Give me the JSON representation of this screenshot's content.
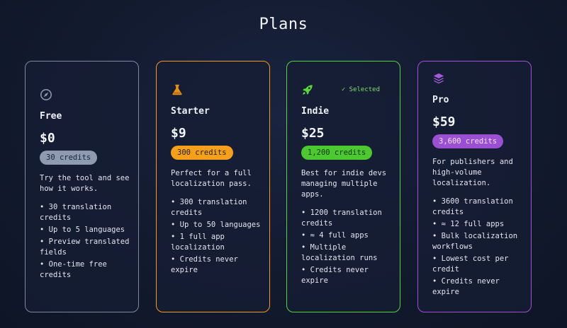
{
  "page": {
    "title": "Plans"
  },
  "plans": [
    {
      "name": "Free",
      "icon": "compass-icon",
      "price": "$0",
      "credits": "30 credits",
      "description": "Try the tool and see how it works.",
      "features": [
        "30 translation credits",
        "Up to 5 languages",
        "Preview translated fields",
        "One-time free credits"
      ],
      "accent": "#7a8aa6",
      "badge_bg": "#8e9ab0",
      "badge_fg": "#1b2236"
    },
    {
      "name": "Starter",
      "icon": "flask-icon",
      "price": "$9",
      "credits": "300 credits",
      "description": "Perfect for a full localization pass.",
      "features": [
        "300 translation credits",
        "Up to 50 languages",
        "1 full app localization",
        "Credits never expire"
      ],
      "accent": "#f59a1b",
      "badge_bg": "#f5a018",
      "badge_fg": "#1b2236"
    },
    {
      "name": "Indie",
      "icon": "rocket-icon",
      "price": "$25",
      "credits": "1,200 credits",
      "selected_label": "✓ Selected",
      "description": "Best for indie devs managing multiple apps.",
      "features": [
        "1200 translation credits",
        "≈ 4 full apps",
        "Multiple localization runs",
        "Credits never expire"
      ],
      "accent": "#58d23a",
      "badge_bg": "#4cc92e",
      "badge_fg": "#14331a"
    },
    {
      "name": "Pro",
      "icon": "layers-icon",
      "price": "$59",
      "credits": "3,600 credits",
      "description": "For publishers and high-volume localization.",
      "features": [
        "3600 translation credits",
        "≈ 12 full apps",
        "Bulk localization workflows",
        "Lowest cost per credit",
        "Credits never expire"
      ],
      "accent": "#a04fd8",
      "badge_bg": "#9b4fd2",
      "badge_fg": "#f1e6fb"
    }
  ]
}
